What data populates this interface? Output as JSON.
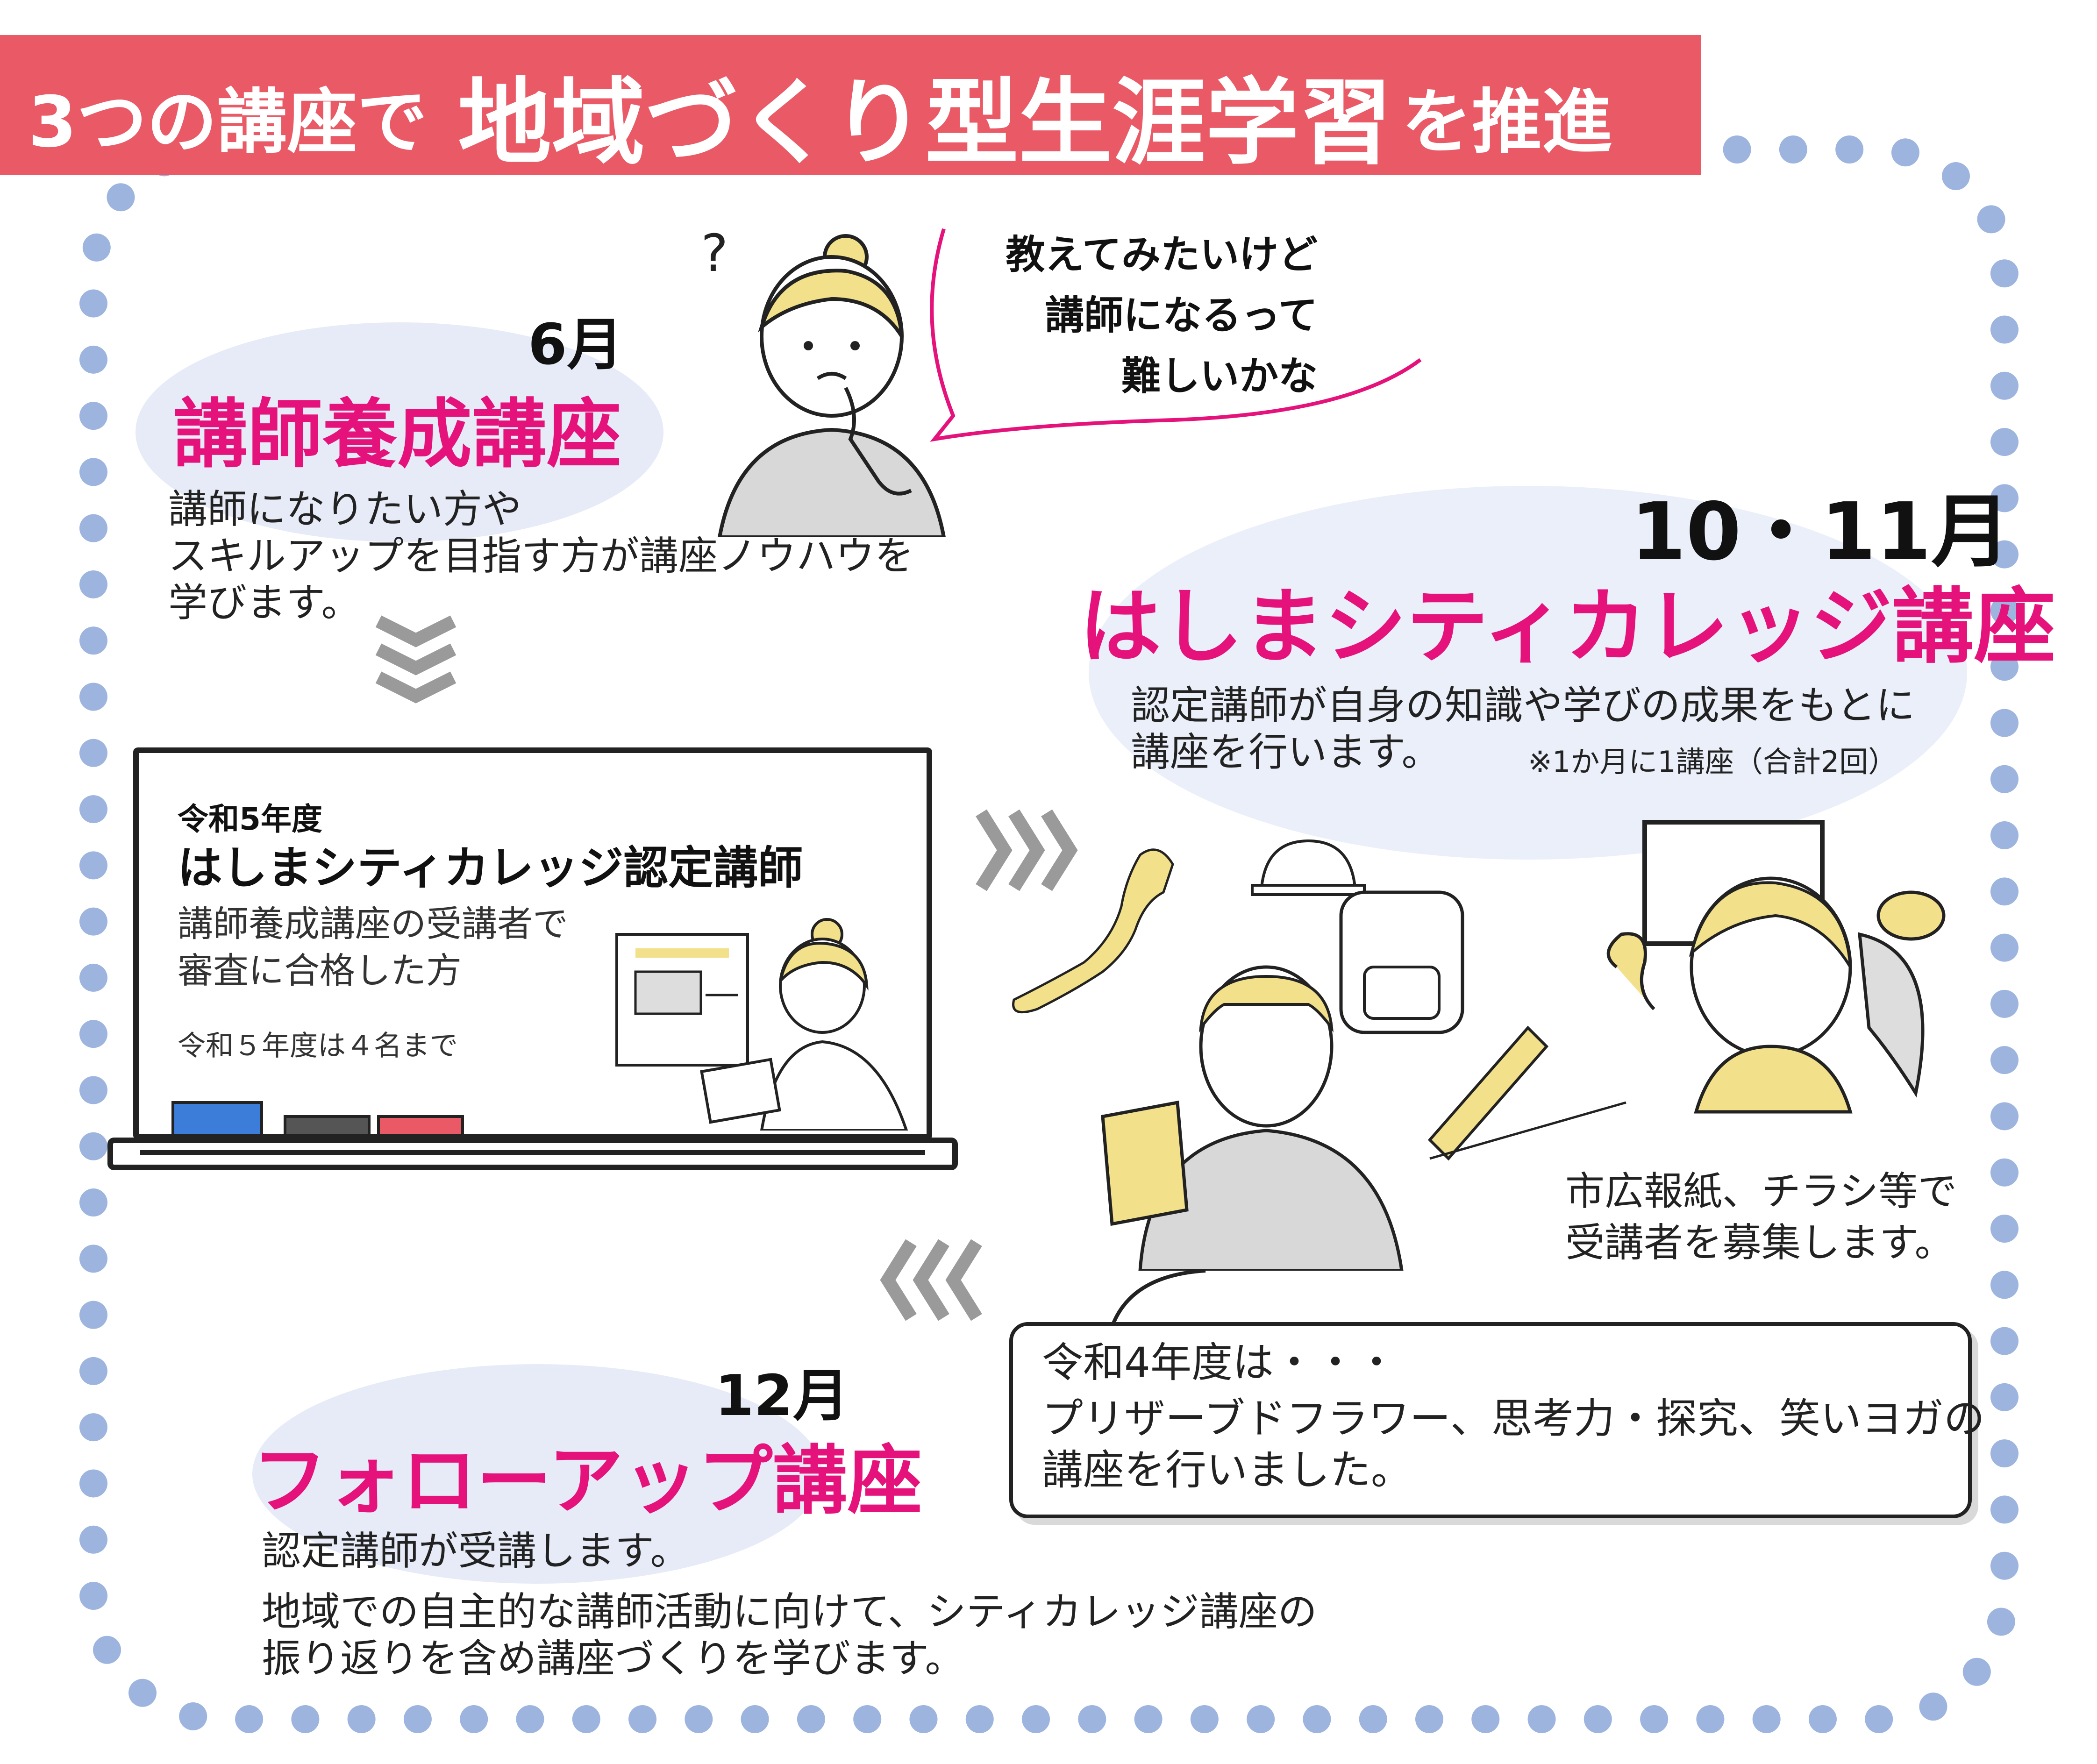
{
  "header": {
    "prefix": "3つの講座で",
    "highlight": "地域づくり型生涯学習",
    "suffix": "を推進"
  },
  "speech": {
    "line1": "教えてみたいけど",
    "line2": "講師になるって",
    "line3": "難しいかな"
  },
  "course1": {
    "month": "6月",
    "title": "講師養成講座",
    "desc_line1": "講師になりたい方や",
    "desc_line2": "スキルアップを目指す方が講座ノウハウを",
    "desc_line3": "学びます。"
  },
  "board": {
    "year": "令和5年度",
    "title": "はしまシティカレッジ認定講師",
    "desc_line1": "講師養成講座の受講者で",
    "desc_line2": "審査に合格した方",
    "note": "令和５年度は４名まで"
  },
  "course2": {
    "month": "10・11月",
    "title": "はしまシティカレッジ講座",
    "desc_line1": "認定講師が自身の知識や学びの成果をもとに",
    "desc_line2": "講座を行います。",
    "note": "※1か月に1講座（合計2回）",
    "recruit_line1": "市広報紙、チラシ等で",
    "recruit_line2": "受講者を募集します。"
  },
  "note_box": {
    "line1": "令和4年度は・・・",
    "line2": "プリザーブドフラワー、思考力・探究、笑いヨガの",
    "line3": "講座を行いました。"
  },
  "course3": {
    "month": "12月",
    "title": "フォローアップ講座",
    "desc_line1": "認定講師が受講します。",
    "desc_line2": "地域での自主的な講師活動に向けて、シティカレッジ講座の",
    "desc_line3": "振り返りを含め講座づくりを学びます。"
  },
  "icons": {
    "arrow_down": "chevron-down-icon",
    "arrow_right": "chevron-right-icon",
    "arrow_left": "chevron-left-icon"
  },
  "colors": {
    "title_bar": "#e95a66",
    "course_title": "#e4127a",
    "frame_dots": "#9db4de",
    "blob": "#e6ebf7",
    "accent_yellow": "#f2e08a"
  }
}
